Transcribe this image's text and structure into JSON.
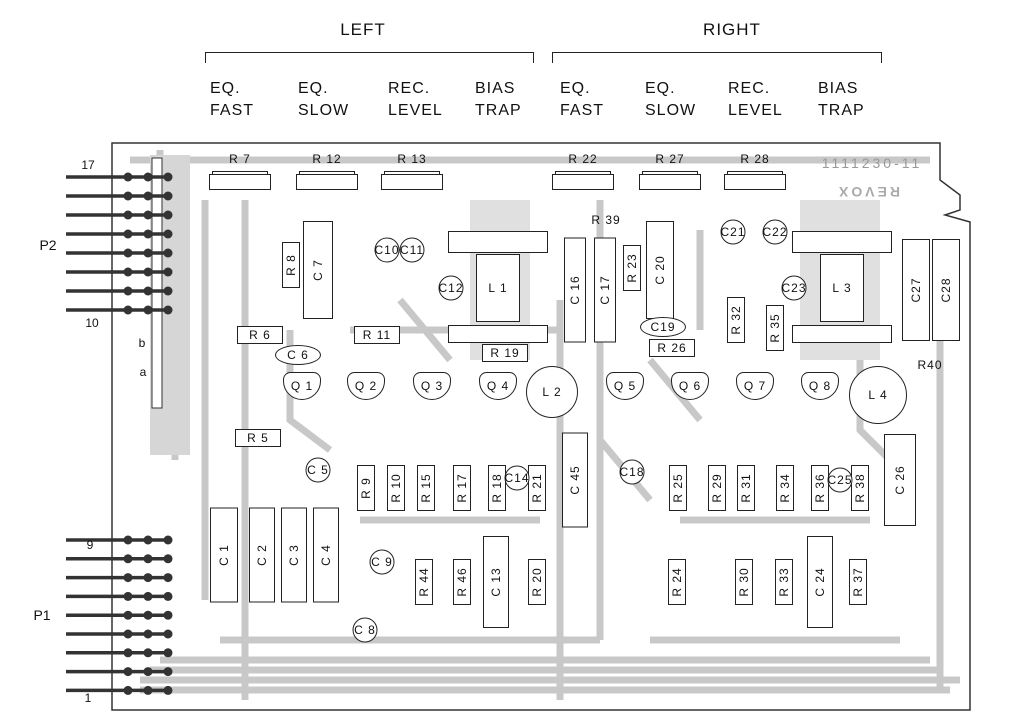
{
  "headers": {
    "left": "LEFT",
    "right": "RIGHT"
  },
  "columns": [
    {
      "l1": "EQ.",
      "l2": "FAST"
    },
    {
      "l1": "EQ.",
      "l2": "SLOW"
    },
    {
      "l1": "REC.",
      "l2": "LEVEL"
    },
    {
      "l1": "BIAS",
      "l2": "TRAP"
    },
    {
      "l1": "EQ.",
      "l2": "FAST"
    },
    {
      "l1": "EQ.",
      "l2": "SLOW"
    },
    {
      "l1": "REC.",
      "l2": "LEVEL"
    },
    {
      "l1": "BIAS",
      "l2": "TRAP"
    }
  ],
  "connectors": {
    "p2": "P2",
    "p2_top": "17",
    "p2_bottom": "10",
    "p1": "P1",
    "p1_top": "9",
    "p1_bottom": "1",
    "switch_b": "b",
    "switch_a": "a"
  },
  "board": {
    "part_number": "1111230-11",
    "brand": "REVOX"
  },
  "components": {
    "trimmers": [
      "R 7",
      "R 12",
      "R 13",
      "R 22",
      "R 27",
      "R 28"
    ],
    "h_resistors": [
      "R 6",
      "R 11",
      "R 19",
      "R 26",
      "R 5"
    ],
    "v_resistors": [
      "R 8",
      "R 23",
      "R 32",
      "R 35",
      "R 9",
      "R 10",
      "R 15",
      "R 17",
      "R 18",
      "R 21",
      "R 25",
      "R 29",
      "R 31",
      "R 34",
      "R 36",
      "R 38",
      "R 44",
      "R 46",
      "R 20",
      "R 24",
      "R 30",
      "R 33",
      "R 37"
    ],
    "box_caps": [
      "C 7",
      "C 16",
      "C 17",
      "C 20",
      "C 45",
      "C 26",
      "C 1",
      "C 2",
      "C 3",
      "C 4",
      "C 13",
      "C 24",
      "C27",
      "C28"
    ],
    "round_caps": [
      "C10",
      "C11",
      "C12",
      "C21",
      "C22",
      "C23",
      "C 5",
      "C18",
      "C14",
      "C25",
      "C 9",
      "C 8"
    ],
    "oval_caps": [
      "C 6",
      "C19"
    ],
    "transistors": [
      "Q 1",
      "Q 2",
      "Q 3",
      "Q 4",
      "Q 5",
      "Q 6",
      "Q 7",
      "Q 8"
    ],
    "rect_coils": [
      "L 1",
      "L 3"
    ],
    "round_coils": [
      "L 2",
      "L 4"
    ],
    "labels": [
      "R 39",
      "R40"
    ]
  }
}
